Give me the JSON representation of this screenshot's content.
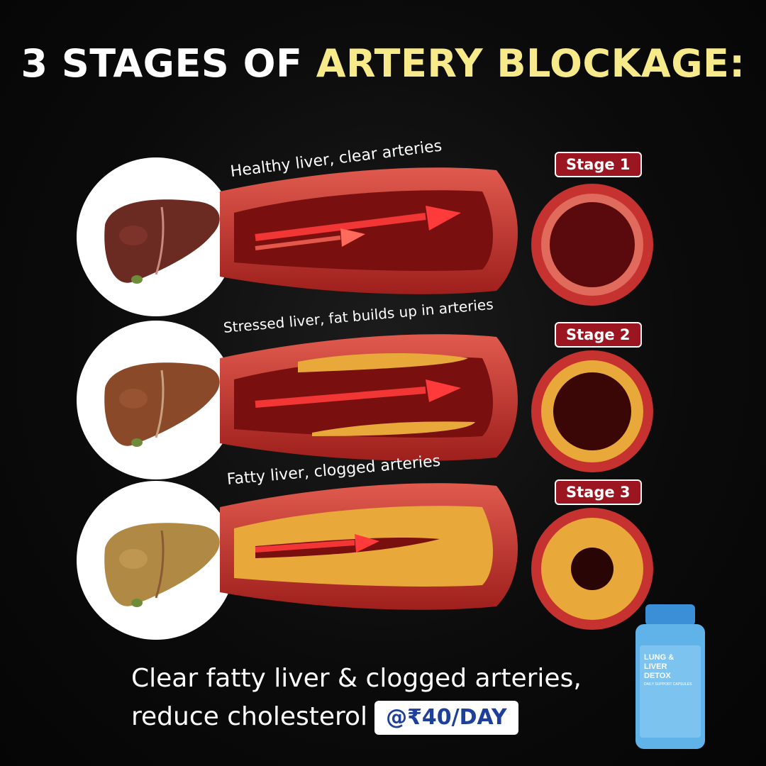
{
  "title": {
    "part1": "3 STAGES OF ",
    "part2": "ARTERY BLOCKAGE:"
  },
  "stages": [
    {
      "badge": "Stage 1",
      "caption": "Healthy liver, clear arteries",
      "liver_color": "#6b2a22",
      "plaque": 0
    },
    {
      "badge": "Stage 2",
      "caption": "Stressed liver, fat builds up in arteries",
      "liver_color": "#8a4a2a",
      "plaque": 0.3
    },
    {
      "badge": "Stage 3",
      "caption": "Fatty liver, clogged arteries",
      "liver_color": "#b08a45",
      "plaque": 0.7
    }
  ],
  "bottom": {
    "line1": "Clear fatty liver & clogged arteries,",
    "line2": "reduce cholesterol",
    "price": "@₹40/DAY"
  },
  "product": {
    "line1": "LUNG &",
    "line2": "LIVER",
    "line3": "DETOX",
    "subtitle": "DAILY SUPPORT CAPSULES"
  },
  "colors": {
    "highlight": "#f7ea8a",
    "badge_red": "#9b1620",
    "price_blue": "#1e3f9a",
    "artery_red": "#c6322f",
    "plaque_yellow": "#e8a93a"
  }
}
